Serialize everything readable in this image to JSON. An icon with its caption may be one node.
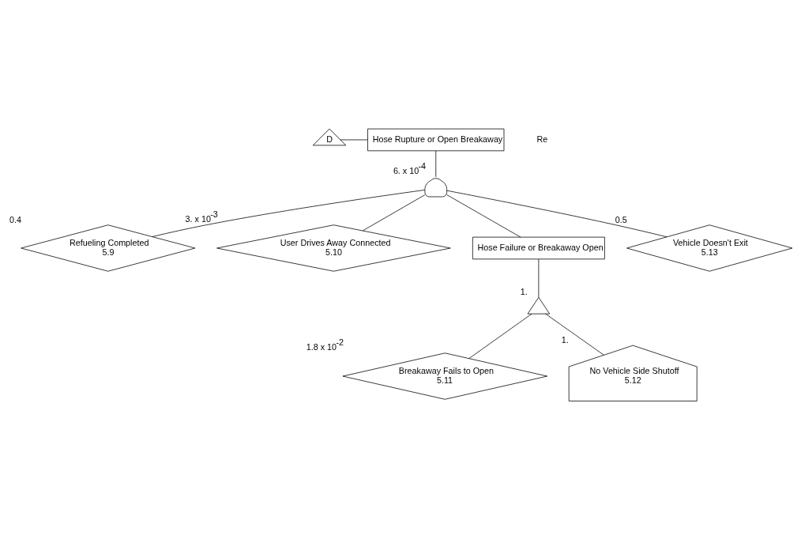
{
  "diagram": {
    "nodes": [
      {
        "text": [
          "D"
        ]
      },
      {
        "text": [
          "Hose Rupture or Open Breakaway"
        ]
      },
      {
        "text": [],
        "shape": "dome",
        "beside": [
          "6. x 10$^{-4}$"
        ]
      },
      {
        "text": [
          "Refueling Completed",
          "5.9"
        ],
        "beside": [
          "0.4"
        ]
      },
      {
        "text": [
          "User Drives Away Connected",
          "5.10"
        ],
        "beside": [
          "3. x 10$^{-3}$"
        ]
      },
      {
        "text": [
          "Hose Failure or Breakaway Open"
        ]
      },
      {
        "text": [],
        "shape": "arch",
        "beside": [
          "1."
        ]
      },
      {
        "text": [
          "Vehicle Doesn't Exit",
          "5.13"
        ],
        "beside": [
          "0.5"
        ]
      },
      {
        "text": [
          "Breakaway Fails to Open",
          "5.11"
        ],
        "beside": [
          "1.8 x 10$^{-2}$"
        ]
      },
      {
        "text": [
          "No Vehicle Side Shutoff",
          "5.12"
        ],
        "beside": [
          "1."
        ]
      }
    ],
    "edges": [
      {
        "from": 0,
        "to": 1,
        "arrow": "none"
      },
      {
        "from": 1,
        "to": 2,
        "arrow": "none"
      },
      {
        "from": 2,
        "to": 3,
        "arrow": "none"
      },
      {
        "from": 2,
        "to": 4,
        "arrow": "none"
      },
      {
        "from": 2,
        "to": 5,
        "arrow": "none"
      },
      {
        "from": 2,
        "to": 7,
        "arrow": "none"
      },
      {
        "from": 5,
        "to": 6,
        "arrow": "none"
      },
      {
        "from": 6,
        "to": 8,
        "arrow": "none"
      },
      {
        "from": 6,
        "to": 9,
        "arrow": "none"
      }
    ],
    "labels": [
      "Re"
    ]
  }
}
